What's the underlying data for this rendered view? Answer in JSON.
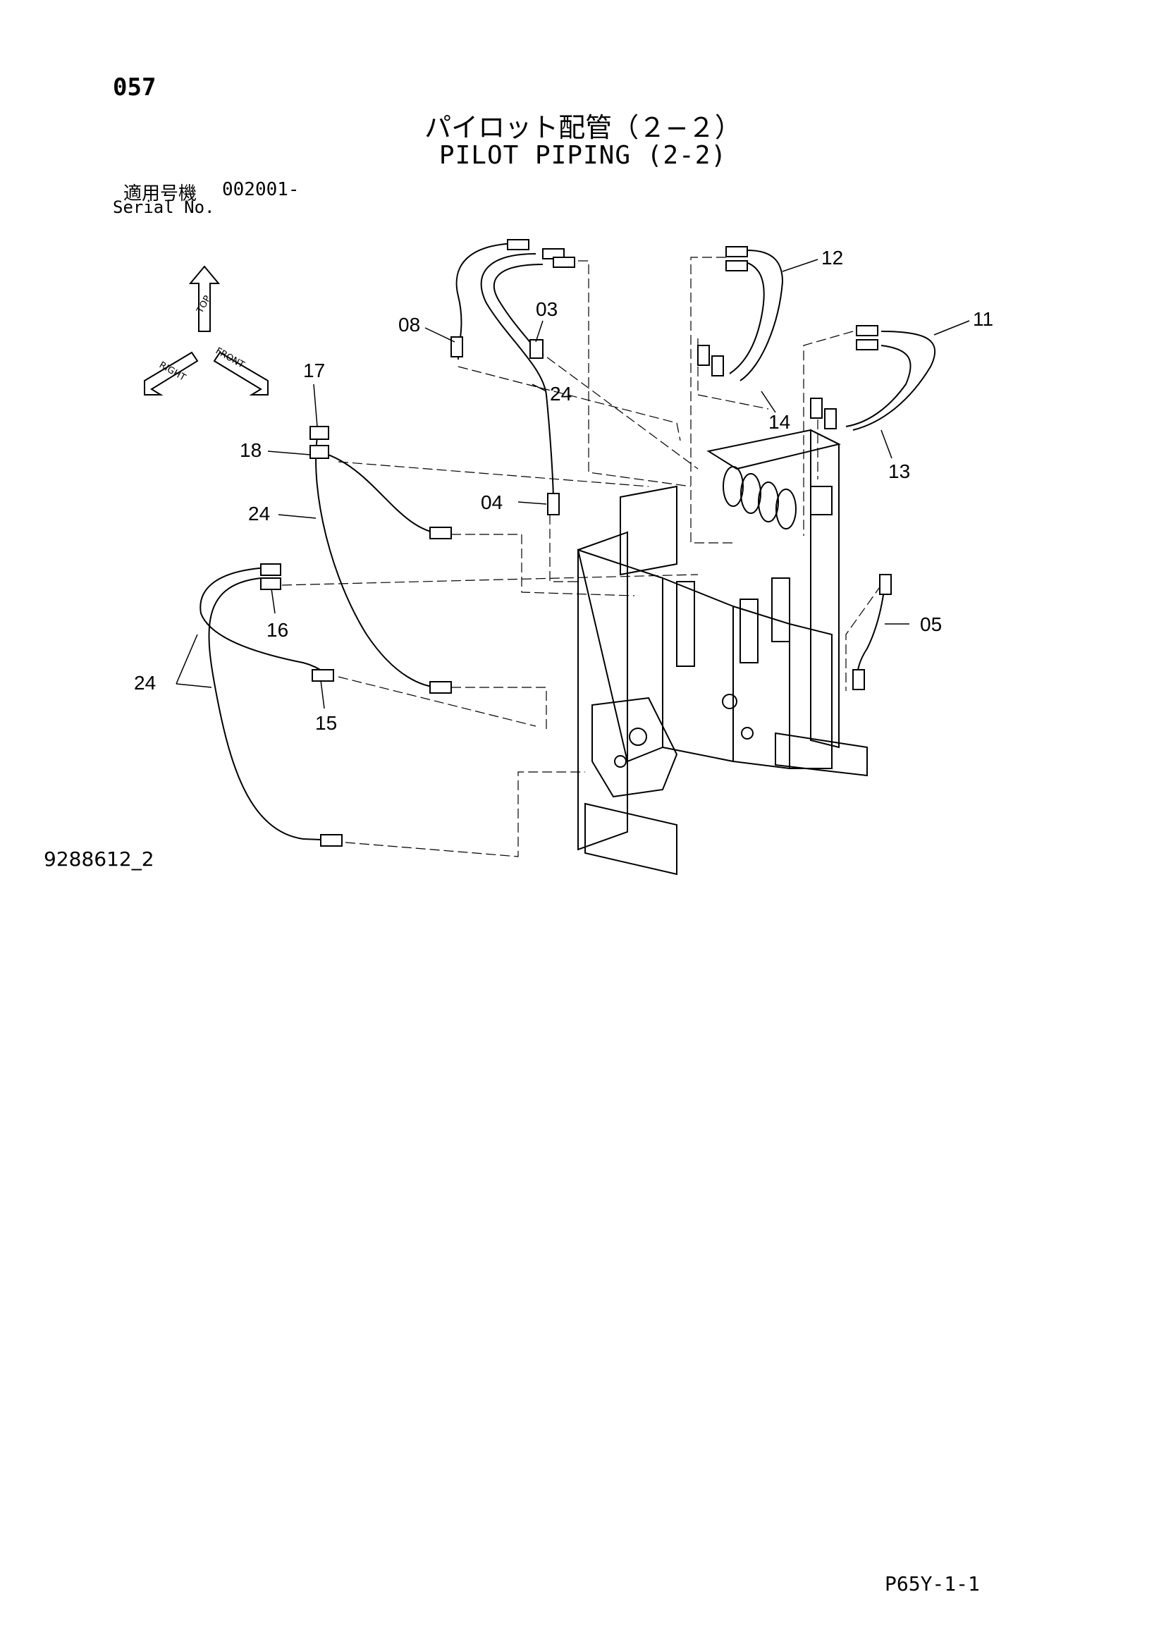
{
  "page_number": "057",
  "title_jp": "パイロット配管（２−２）",
  "title_en": "PILOT PIPING (2-2)",
  "serial_label_jp": "適用号機",
  "serial_value": "002001-",
  "serial_label_en": "Serial No.",
  "drawing_number": "9288612_2",
  "footer_code": "P65Y-1-1",
  "orientation": {
    "top": "TOP",
    "front": "FRONT",
    "right": "RIGHT"
  },
  "callouts": {
    "c03": "03",
    "c04": "04",
    "c05": "05",
    "c08": "08",
    "c11": "11",
    "c12": "12",
    "c13": "13",
    "c14": "14",
    "c15": "15",
    "c16": "16",
    "c17": "17",
    "c18": "18",
    "c24a": "24",
    "c24b": "24",
    "c24c": "24"
  }
}
